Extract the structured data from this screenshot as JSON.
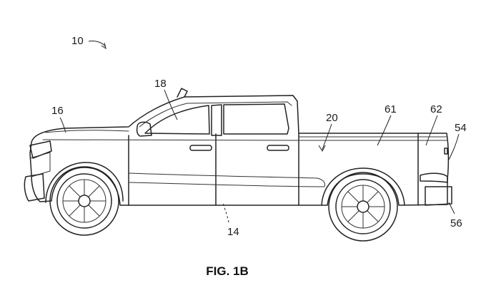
{
  "figure": {
    "caption": "FIG. 1B",
    "labels": {
      "vehicle": "10",
      "cab_roof": "18",
      "front_end": "16",
      "cargo_bed": "20",
      "bed_side": "61",
      "bed_rear": "62",
      "tailgate": "54",
      "bumper": "56",
      "door_seam": "14"
    }
  }
}
